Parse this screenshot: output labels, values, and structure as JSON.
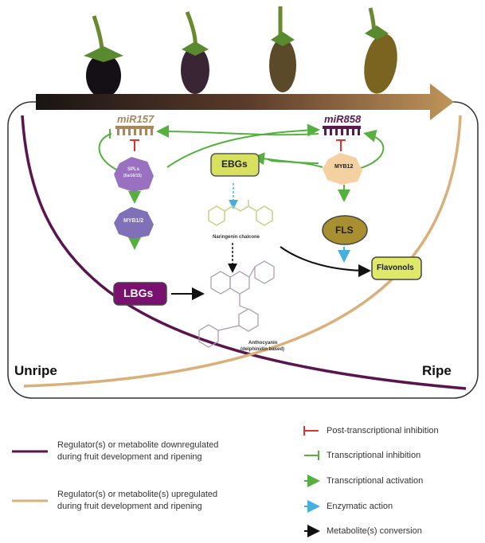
{
  "labels": {
    "mir157": "miR157",
    "mir858": "miR858",
    "spls": "SPLs",
    "spls_sub": "(6a/16/15)",
    "myb12": "MYB12",
    "myb1_2": "MYB1/2",
    "ebgs": "EBGs",
    "lbgs": "LBGs",
    "fls": "FLS",
    "flavonols": "Flavonols",
    "naringenin": "Naringenin chalcone",
    "anthocyanin": "Anthocyanin",
    "anthocyanin_sub": "(delphinidin based)",
    "unripe": "Unripe",
    "ripe": "Ripe"
  },
  "legend": {
    "left": [
      {
        "text": "Regulator(s) or metabolite downregulated during fruit development and ripening",
        "color": "#5a1550"
      },
      {
        "text": "Regulator(s) or metabolite(s) upregulated during fruit development and ripening",
        "color": "#d9b07a"
      }
    ],
    "right": [
      {
        "text": "Post-transcriptional inhibition",
        "color": "#e03030",
        "type": "bar"
      },
      {
        "text": "Transcriptional inhibition",
        "color": "#55b040",
        "type": "bar"
      },
      {
        "text": "Transcriptional activation",
        "color": "#55b040",
        "type": "arrow"
      },
      {
        "text": "Enzymatic action",
        "color": "#45b0e0",
        "type": "arrow"
      },
      {
        "text": "Metabolite(s) conversion",
        "color": "#111111",
        "type": "arrow"
      }
    ]
  }
}
